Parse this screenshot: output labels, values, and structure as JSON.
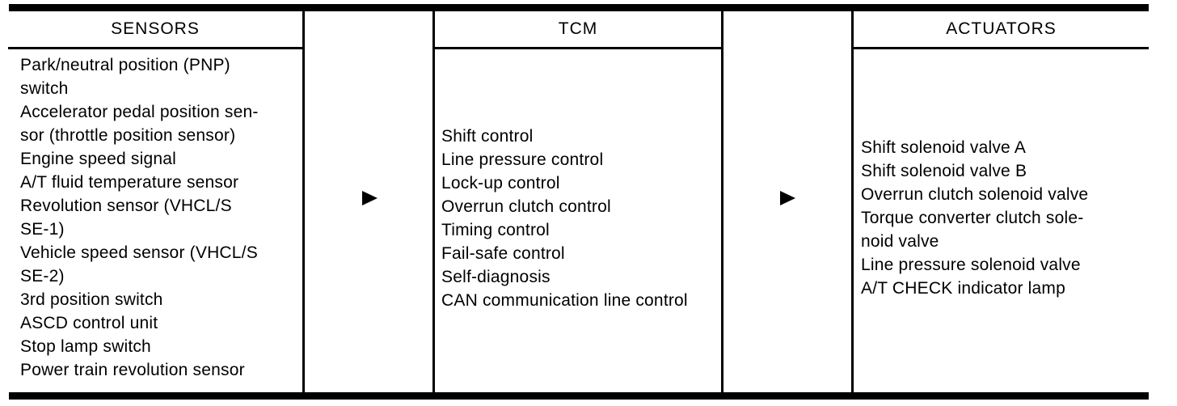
{
  "diagram": {
    "type": "block-flow-diagram",
    "colors": {
      "foreground": "#000000",
      "background": "#ffffff"
    },
    "columns": [
      {
        "title": "SENSORS",
        "items": [
          "Park/neutral position (PNP)\nswitch",
          "Accelerator pedal position sen-\nsor (throttle position sensor)",
          "Engine speed signal",
          "A/T fluid temperature sensor",
          "Revolution sensor (VHCL/S\nSE-1)",
          "Vehicle speed sensor (VHCL/S\nSE-2)",
          "3rd position switch",
          "ASCD control unit",
          "Stop lamp switch",
          "Power train revolution sensor"
        ]
      },
      {
        "title": "TCM",
        "items": [
          "Shift control",
          "Line pressure control",
          "Lock-up control",
          "Overrun clutch control",
          "Timing control",
          "Fail-safe control",
          "Self-diagnosis",
          "CAN communication line control"
        ]
      },
      {
        "title": "ACTUATORS",
        "items": [
          "Shift solenoid valve A",
          "Shift solenoid valve B",
          "Overrun clutch solenoid valve",
          "Torque converter clutch sole-\nnoid valve",
          "Line pressure solenoid valve",
          "A/T CHECK indicator lamp"
        ]
      }
    ],
    "arrows": [
      {
        "name": "sensors-to-tcm-arrow",
        "icon": "right-triangle-arrow"
      },
      {
        "name": "tcm-to-actuators-arrow",
        "icon": "right-triangle-arrow"
      }
    ]
  }
}
